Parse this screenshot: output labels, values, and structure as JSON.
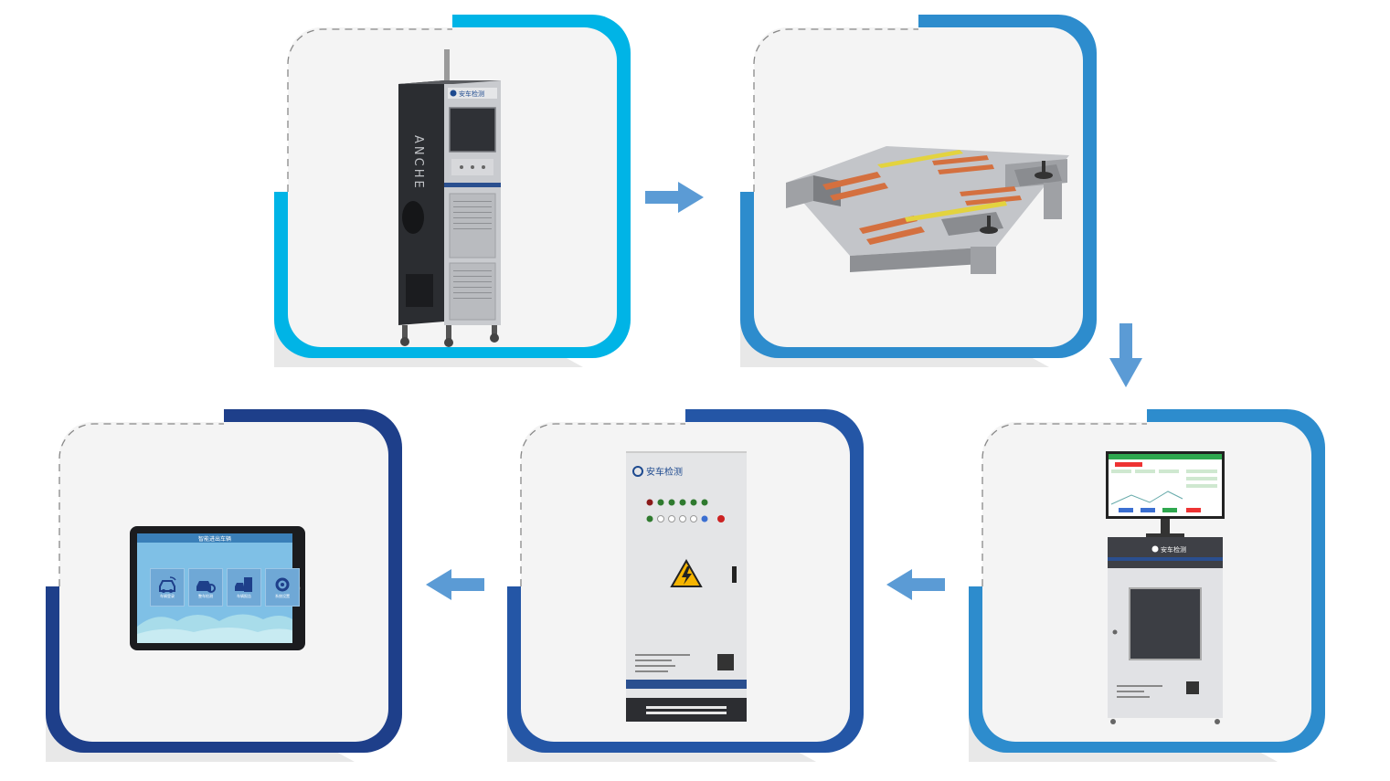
{
  "colors": {
    "cyan": "#00b4e6",
    "blue_mid": "#2d8ccd",
    "blue_dark": "#2456a6",
    "navy": "#1e3f8a",
    "arrow": "#5b9bd5",
    "panel": "#f4f4f4",
    "shadow": "#e6e6e6"
  },
  "cabinet": {
    "logo_text": "安车检测",
    "vertical_brand": "ANCHE"
  },
  "control_cabinet": {
    "logo_text": "安车检测"
  },
  "computer_station": {
    "logo_text": "安车检测"
  },
  "tablet": {
    "title": "智能进出车辆",
    "apps": [
      {
        "label": "车辆登录",
        "icon": "car-wireless-icon"
      },
      {
        "label": "整车检测",
        "icon": "car-gear-icon"
      },
      {
        "label": "车辆报告",
        "icon": "report-icon"
      },
      {
        "label": "系统设置",
        "icon": "settings-icon"
      }
    ]
  }
}
